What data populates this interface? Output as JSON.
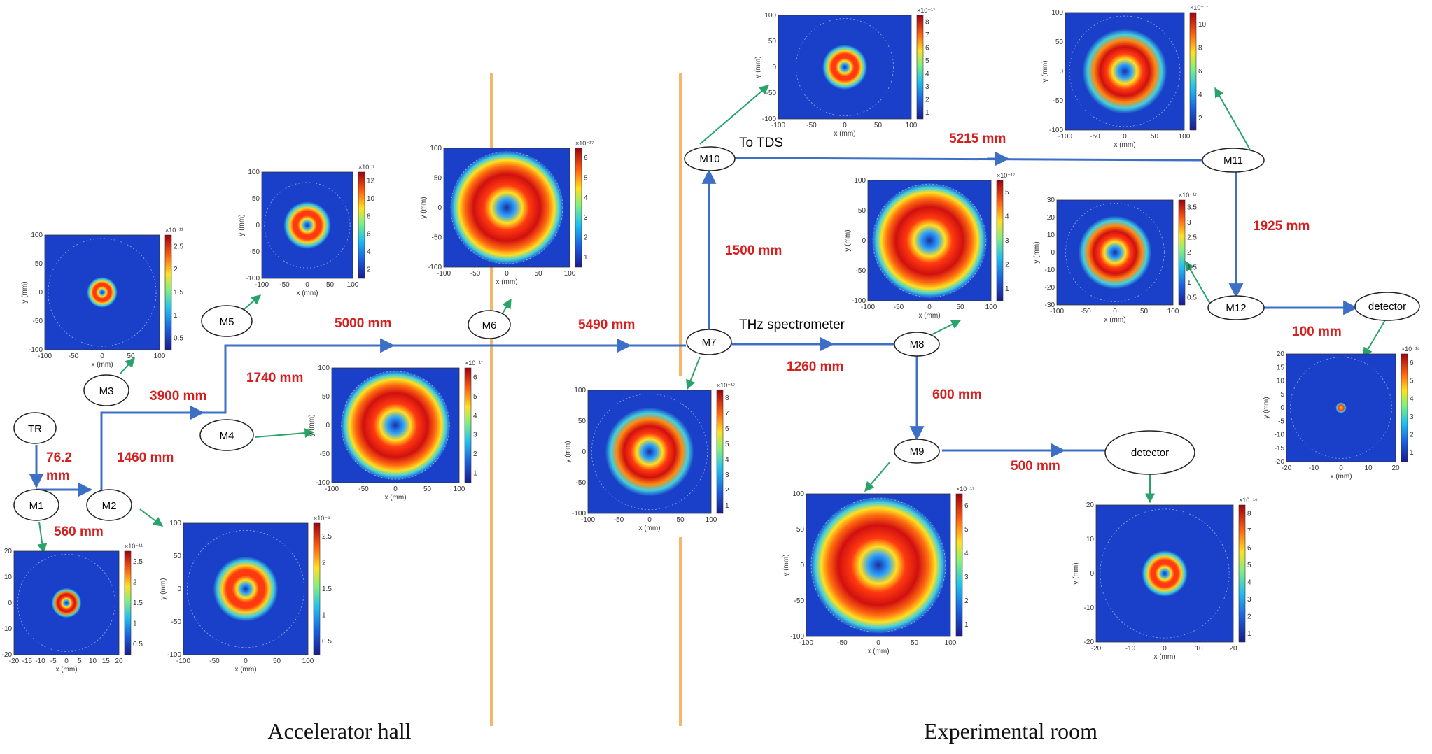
{
  "colors": {
    "beam_line": "#3d6fc7",
    "pointer_arrow": "#2aa36b",
    "wall": "#f4b56e",
    "distance_text": "#d62020"
  },
  "rooms": {
    "left": "Accelerator hall",
    "right": "Experimental room"
  },
  "nodes": {
    "TR": "TR",
    "M1": "M1",
    "M2": "M2",
    "M3": "M3",
    "M4": "M4",
    "M5": "M5",
    "M6": "M6",
    "M7": "M7",
    "M8": "M8",
    "M9": "M9",
    "M10": "M10",
    "M11": "M11",
    "M12": "M12",
    "detector_a": "detector",
    "detector_b": "detector"
  },
  "path_labels": {
    "to_tds": "To TDS",
    "thz": "THz spectrometer"
  },
  "distances": {
    "tr_m1_a": "76.2",
    "tr_m1_b": "mm",
    "m1_m2": "560 mm",
    "m2_m3": "1460 mm",
    "m3_m4": "3900 mm",
    "m4_m5": "1740 mm",
    "m5_m6": "5000 mm",
    "m6_m7": "5490 mm",
    "m7_m10": "1500 mm",
    "m10_m11": "5215 mm",
    "m11_m12": "1925 mm",
    "m12_det": "100 mm",
    "m7_m8": "1260 mm",
    "m8_m9": "600 mm",
    "m9_det": "500 mm"
  },
  "plots": [
    {
      "id": "M1",
      "xlabel": "x (mm)",
      "ylabel": "y (mm)",
      "xticks": [
        "-20",
        "-15",
        "-10",
        "-5",
        "0",
        "5",
        "10",
        "15",
        "20"
      ],
      "yticks": [
        "20",
        "10",
        "0",
        "-10",
        "-20"
      ],
      "cbticks": [
        "2.5",
        "2",
        "1.5",
        "1",
        "0.5"
      ],
      "exp": "×10⁻¹¹"
    },
    {
      "id": "M2",
      "xlabel": "x (mm)",
      "ylabel": "y (mm)",
      "xticks": [
        "-100",
        "-50",
        "0",
        "50",
        "100"
      ],
      "yticks": [
        "100",
        "50",
        "0",
        "-50",
        "-100"
      ],
      "cbticks": [
        "2.5",
        "2",
        "1.5",
        "1",
        "0.5"
      ],
      "exp": "×10⁻⁸"
    },
    {
      "id": "M3",
      "xlabel": "x (mm)",
      "ylabel": "y (mm)",
      "xticks": [
        "-100",
        "-50",
        "0",
        "50",
        "100"
      ],
      "yticks": [
        "100",
        "50",
        "0",
        "-50",
        "-100"
      ],
      "cbticks": [
        "2.5",
        "2",
        "1.5",
        "1",
        "0.5"
      ],
      "exp": "×10⁻¹¹"
    },
    {
      "id": "M4",
      "xlabel": "x (mm)",
      "ylabel": "y (mm)",
      "xticks": [
        "-100",
        "-50",
        "0",
        "50",
        "100"
      ],
      "yticks": [
        "100",
        "50",
        "0",
        "-50",
        "-100"
      ],
      "cbticks": [
        "6",
        "5",
        "4",
        "3",
        "2",
        "1"
      ],
      "exp": "×10⁻¹⁷"
    },
    {
      "id": "M5",
      "xlabel": "x (mm)",
      "ylabel": "y (mm)",
      "xticks": [
        "-100",
        "-50",
        "0",
        "50",
        "100"
      ],
      "yticks": [
        "100",
        "50",
        "0",
        "-50",
        "-100"
      ],
      "cbticks": [
        "12",
        "10",
        "8",
        "6",
        "4",
        "2"
      ],
      "exp": "×10⁻⁷"
    },
    {
      "id": "M6",
      "xlabel": "x (mm)",
      "ylabel": "y (mm)",
      "xticks": [
        "-100",
        "-50",
        "0",
        "50",
        "100"
      ],
      "yticks": [
        "100",
        "50",
        "0",
        "-50",
        "-100"
      ],
      "cbticks": [
        "6",
        "5",
        "4",
        "3",
        "2",
        "1"
      ],
      "exp": "×10⁻¹⁷"
    },
    {
      "id": "M7",
      "xlabel": "x (mm)",
      "ylabel": "y (mm)",
      "xticks": [
        "-100",
        "-50",
        "0",
        "50",
        "100"
      ],
      "yticks": [
        "100",
        "50",
        "0",
        "-50",
        "-100"
      ],
      "cbticks": [
        "8",
        "7",
        "6",
        "5",
        "4",
        "3",
        "2",
        "1"
      ],
      "exp": "×10⁻¹⁷"
    },
    {
      "id": "M8",
      "xlabel": "x (mm)",
      "ylabel": "y (mm)",
      "xticks": [
        "-100",
        "-50",
        "0",
        "50",
        "100"
      ],
      "yticks": [
        "100",
        "50",
        "0",
        "-50",
        "-100"
      ],
      "cbticks": [
        "5",
        "4",
        "3",
        "2",
        "1"
      ],
      "exp": "×10⁻¹⁷"
    },
    {
      "id": "M9",
      "xlabel": "x (mm)",
      "ylabel": "y (mm)",
      "xticks": [
        "-100",
        "-50",
        "0",
        "50",
        "100"
      ],
      "yticks": [
        "100",
        "50",
        "0",
        "-50",
        "-100"
      ],
      "cbticks": [
        "6",
        "5",
        "4",
        "3",
        "2",
        "1"
      ],
      "exp": "×10⁻¹⁷"
    },
    {
      "id": "M10",
      "xlabel": "x (mm)",
      "ylabel": "y (mm)",
      "xticks": [
        "-100",
        "-50",
        "0",
        "50",
        "100"
      ],
      "yticks": [
        "100",
        "50",
        "0",
        "-50",
        "-100"
      ],
      "cbticks": [
        "8",
        "7",
        "6",
        "5",
        "4",
        "3",
        "2",
        "1"
      ],
      "exp": "×10⁻¹⁷"
    },
    {
      "id": "M11",
      "xlabel": "x (mm)",
      "ylabel": "y (mm)",
      "xticks": [
        "-100",
        "-50",
        "0",
        "50",
        "100"
      ],
      "yticks": [
        "100",
        "50",
        "0",
        "-50",
        "-100"
      ],
      "cbticks": [
        "10",
        "8",
        "6",
        "4",
        "2"
      ],
      "exp": "×10⁻¹⁷"
    },
    {
      "id": "M12",
      "xlabel": "x (mm)",
      "ylabel": "y (mm)",
      "xticks": [
        "-100",
        "-50",
        "0",
        "50",
        "100"
      ],
      "yticks": [
        "30",
        "20",
        "10",
        "0",
        "-10",
        "-20",
        "-30"
      ],
      "cbticks": [
        "3.5",
        "3",
        "2.5",
        "2",
        "1.5",
        "1",
        "0.5"
      ],
      "exp": "×10⁻¹⁷"
    },
    {
      "id": "DET_A",
      "xlabel": "x (mm)",
      "ylabel": "y (mm)",
      "xticks": [
        "-20",
        "-10",
        "0",
        "10",
        "20"
      ],
      "yticks": [
        "20",
        "15",
        "10",
        "5",
        "0",
        "-5",
        "-10",
        "-15",
        "-20"
      ],
      "cbticks": [
        "6",
        "5",
        "4",
        "3",
        "2",
        "1"
      ],
      "exp": "×10⁻¹⁶"
    },
    {
      "id": "DET_B",
      "xlabel": "x (mm)",
      "ylabel": "y (mm)",
      "xticks": [
        "-20",
        "-10",
        "0",
        "10",
        "20"
      ],
      "yticks": [
        "20",
        "10",
        "0",
        "-10",
        "-20"
      ],
      "cbticks": [
        "8",
        "7",
        "6",
        "5",
        "4",
        "3",
        "2",
        "1"
      ],
      "exp": "×10⁻¹⁶"
    }
  ]
}
